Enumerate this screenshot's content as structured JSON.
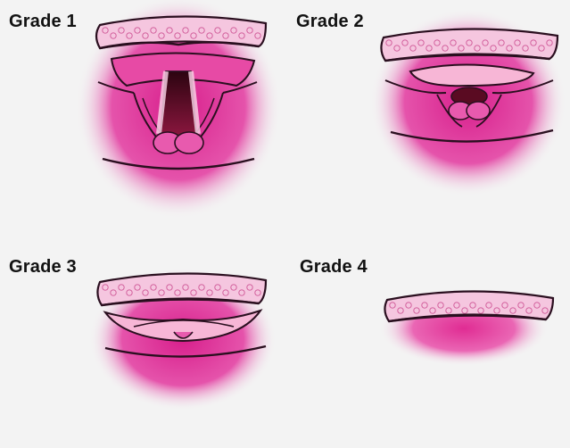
{
  "panels": [
    {
      "label": "Grade 1"
    },
    {
      "label": "Grade 2"
    },
    {
      "label": "Grade 3"
    },
    {
      "label": "Grade 4"
    }
  ],
  "colors": {
    "background": "#f3f3f3",
    "tissue_pink": "#e0339a",
    "glow_pink": "#f08ac6",
    "tongue_pink": "#f7b6d6",
    "outline": "#2a0f1f",
    "glottis_dark": "#5a0b22"
  }
}
